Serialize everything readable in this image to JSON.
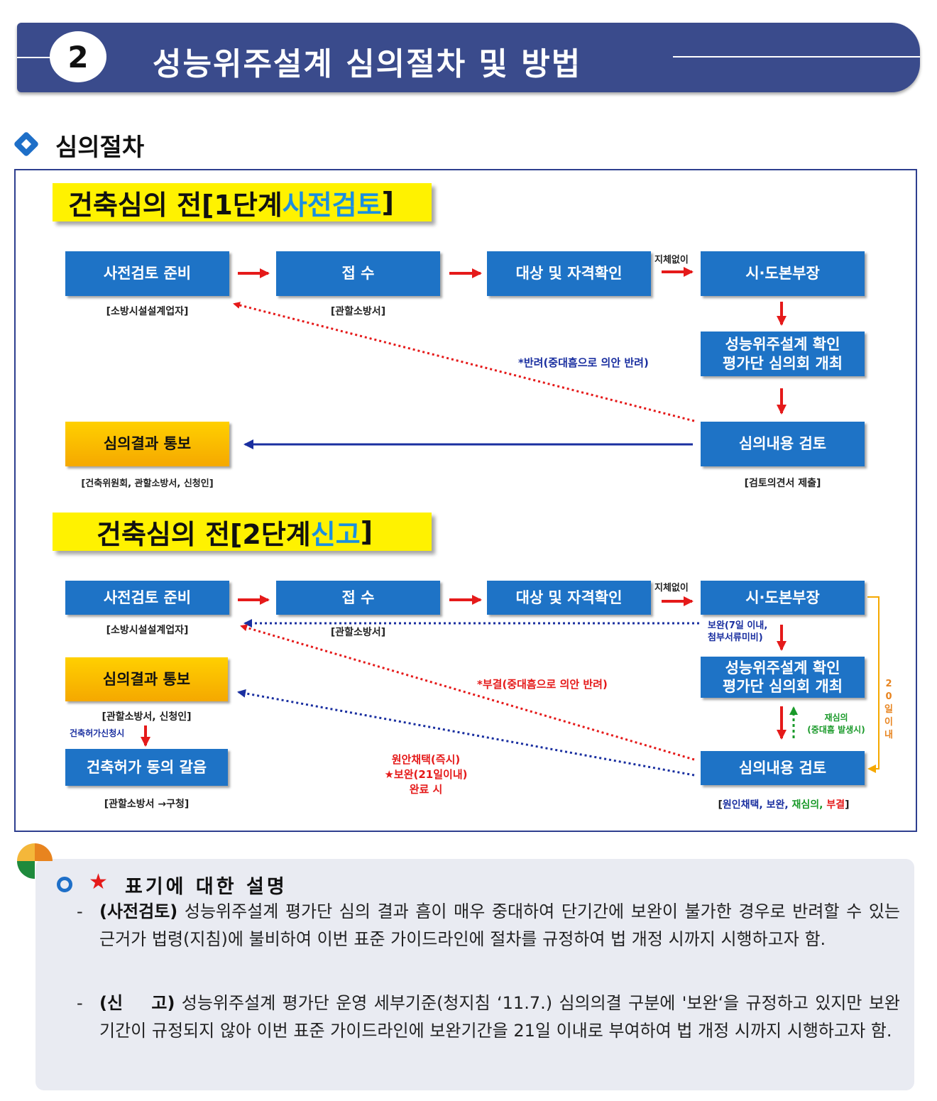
{
  "header": {
    "number": "2",
    "title": "성능위주설계 심의절차 및 방법"
  },
  "section": {
    "title": "심의절차"
  },
  "stage1": {
    "title_prefix": "건축심의 전[1단계 ",
    "title_highlight": "사전검토",
    "title_suffix": "]",
    "boxes": {
      "prep": "사전검토 준비",
      "receipt": "접  수",
      "check": "대상 및 자격확인",
      "hq": "시·도본부장",
      "review_l1": "성능위주설계 확인",
      "review_l2": "평가단 심의회 개최",
      "content": "심의내용 검토",
      "notice": "심의결과 통보"
    },
    "captions": {
      "prep": "[소방시설설계업자]",
      "receipt": "[관할소방서]",
      "content": "[검토의견서 제출]",
      "notice": "[건축위원회, 관할소방서, 신청인]"
    },
    "labels": {
      "no_delay": "지체없이",
      "reject": "*반려(중대흠으로 의안 반려)"
    }
  },
  "stage2": {
    "title_prefix": "건축심의 전[2단계 ",
    "title_highlight": "신고",
    "title_suffix": "]",
    "boxes": {
      "prep": "사전검토 준비",
      "receipt": "접  수",
      "check": "대상 및 자격확인",
      "hq": "시·도본부장",
      "review_l1": "성능위주설계 확인",
      "review_l2": "평가단 심의회 개최",
      "content": "심의내용 검토",
      "notice": "심의결과 통보",
      "permit": "건축허가 동의 갈음"
    },
    "captions": {
      "prep": "[소방시설설계업자]",
      "receipt": "[관할소방서]",
      "notice": "[관할소방서, 신청인]",
      "permit": "[관할소방서 →구청]"
    },
    "labels": {
      "no_delay": "지체없이",
      "supp_l1": "보완(7일 이내,",
      "supp_l2": "첨부서류미비)",
      "reject": "*부결(중대흠으로 의안 반려)",
      "permit_apply": "건축허가신청시",
      "adopt_l1": "원안채택(즉시)",
      "adopt_l2": "★보완(21일이내)",
      "adopt_l3": "완료 시",
      "rereview_l1": "재심의",
      "rereview_l2": "(중대흠 발생시)",
      "within_20": "20일이내",
      "result_open": "[",
      "result_a": "원인채택, 보완, ",
      "result_b": "재심의, ",
      "result_c": "부결",
      "result_close": "]"
    }
  },
  "explanation": {
    "star": "★",
    "title": "표기에 대한 설명",
    "items": [
      {
        "dash": "-",
        "lead": "(사전검토)",
        "text": " 성능위주설계 평가단 심의 결과 흠이 매우 중대하여 단기간에 보완이 불가한 경우로 반려할 수 있는 근거가 법령(지침)에 불비하여 이번 표준 가이드라인에 절차를 규정하여 법 개정 시까지 시행하고자 함."
      },
      {
        "dash": "-",
        "lead": "(신    고)",
        "text": " 성능위주설계 평가단 운영 세부기준(청지침 ‘11.7.) 심의의결 구분에 '보완‘을 규정하고 있지만 보완 기간이 규정되지 않아 이번 표준 가이드라인에 보완기간을 21일 이내로 부여하여 법 개정 시까지 시행하고자 함."
      }
    ]
  }
}
